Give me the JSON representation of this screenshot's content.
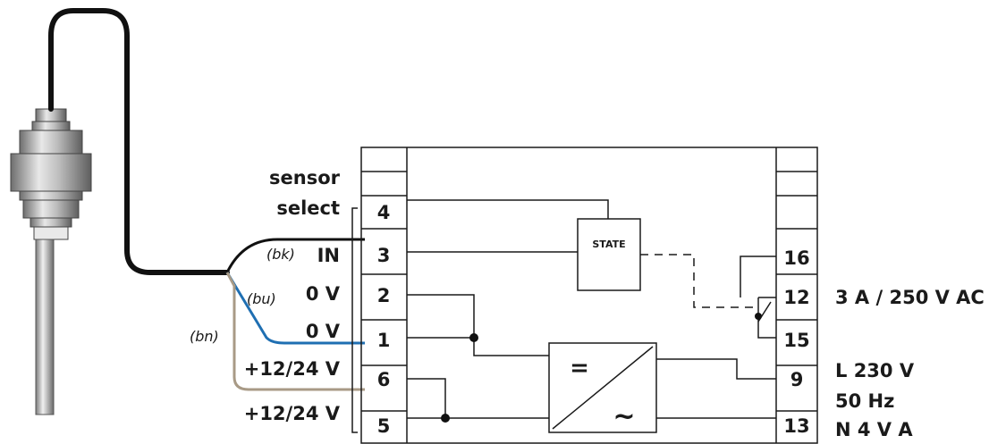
{
  "left_labels": {
    "sensor": "sensor",
    "select": "select",
    "in": "IN",
    "zero_v_a": "0 V",
    "zero_v_b": "0 V",
    "supply_a": "+12/24 V",
    "supply_b": "+12/24 V"
  },
  "wire_tags": {
    "bk": "(bk)",
    "bu": "(bu)",
    "bn": "(bn)"
  },
  "terminals_left": [
    "4",
    "3",
    "2",
    "1",
    "6",
    "5"
  ],
  "terminals_right": [
    "16",
    "12",
    "15",
    "9",
    "13"
  ],
  "state_block": "STATE",
  "converter_symbols": {
    "dc": "=",
    "ac": "~"
  },
  "right_labels": {
    "relay_rating": "3 A / 250 V AC",
    "line": "L 230 V",
    "freq": "50 Hz",
    "neutral": "N 4 V A"
  },
  "colors": {
    "black_wire": "#111111",
    "blue_wire": "#1f6fb2",
    "brown_wire": "#a89a86",
    "line": "#1a1a1a"
  }
}
